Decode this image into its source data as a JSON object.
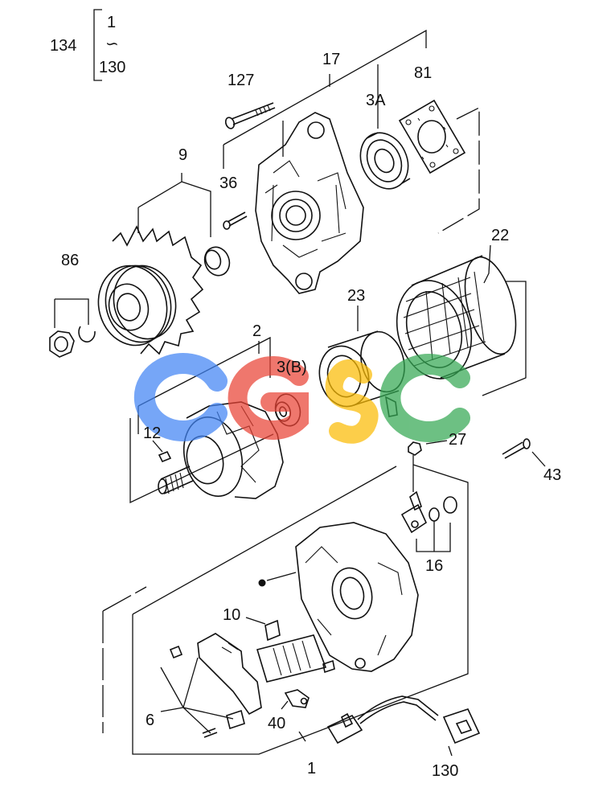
{
  "diagram": {
    "callouts": [
      {
        "id": "134",
        "text": "134"
      },
      {
        "id": "1-top",
        "text": "1"
      },
      {
        "id": "tilde",
        "text": "∽"
      },
      {
        "id": "130-top",
        "text": "130"
      },
      {
        "id": "17",
        "text": "17"
      },
      {
        "id": "127",
        "text": "127"
      },
      {
        "id": "81",
        "text": "81"
      },
      {
        "id": "3A",
        "text": "3A"
      },
      {
        "id": "9",
        "text": "9"
      },
      {
        "id": "36",
        "text": "36"
      },
      {
        "id": "22",
        "text": "22"
      },
      {
        "id": "86",
        "text": "86"
      },
      {
        "id": "23",
        "text": "23"
      },
      {
        "id": "2",
        "text": "2"
      },
      {
        "id": "3B",
        "text": "3(B)"
      },
      {
        "id": "12",
        "text": "12"
      },
      {
        "id": "27",
        "text": "27"
      },
      {
        "id": "43",
        "text": "43"
      },
      {
        "id": "16",
        "text": "16"
      },
      {
        "id": "10",
        "text": "10"
      },
      {
        "id": "6",
        "text": "6"
      },
      {
        "id": "40",
        "text": "40"
      },
      {
        "id": "1-bottom",
        "text": "1"
      },
      {
        "id": "130-bottom",
        "text": "130"
      }
    ],
    "watermark": {
      "text": "CGSC",
      "colors": [
        "#4285F4",
        "#EA4335",
        "#FBBC05",
        "#34A853"
      ]
    }
  }
}
